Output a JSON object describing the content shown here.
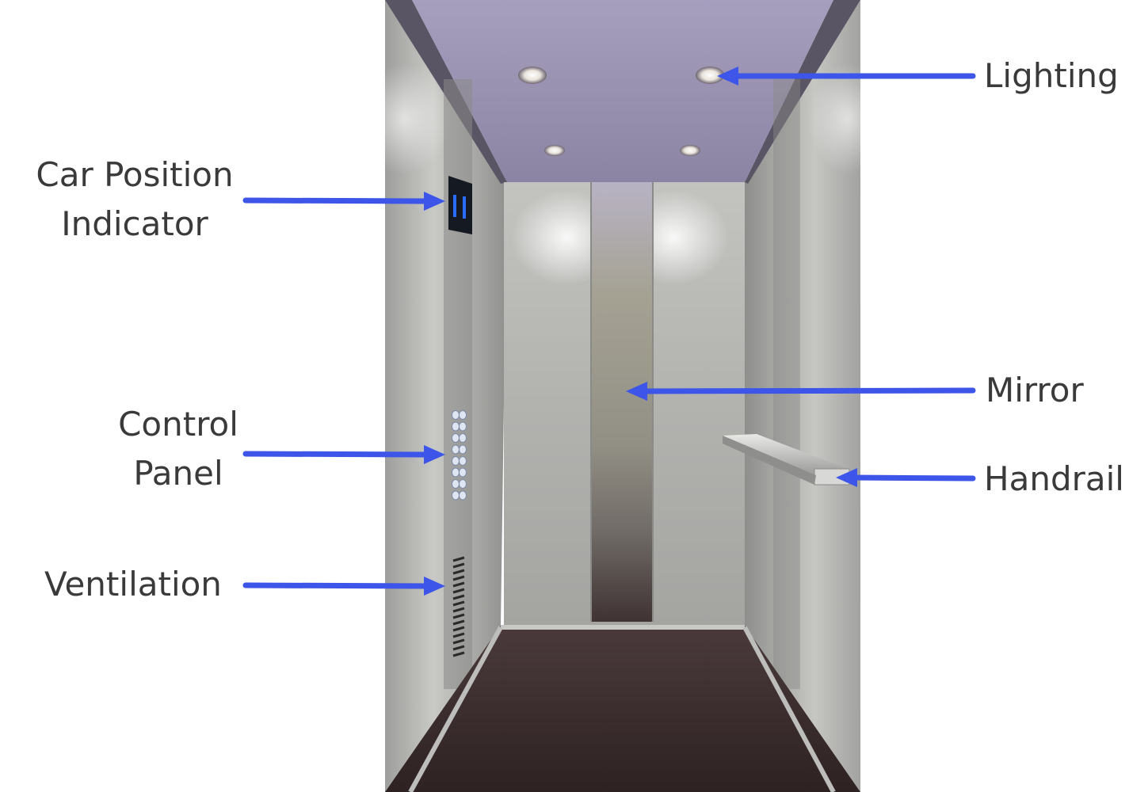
{
  "labels": {
    "lighting": "Lighting",
    "car_position_line1": "Car Position",
    "car_position_line2": "Indicator",
    "mirror": "Mirror",
    "control_panel_line1": "Control",
    "control_panel_line2": "Panel",
    "handrail": "Handrail",
    "ventilation": "Ventilation"
  },
  "colors": {
    "arrow": "#3d55e8",
    "label_text": "#3a3a3a",
    "ceiling": "#9a93b0",
    "wall": "#b8b8b6",
    "floor": "#3d2c2e",
    "indicator_digits": "#2a6cff"
  }
}
